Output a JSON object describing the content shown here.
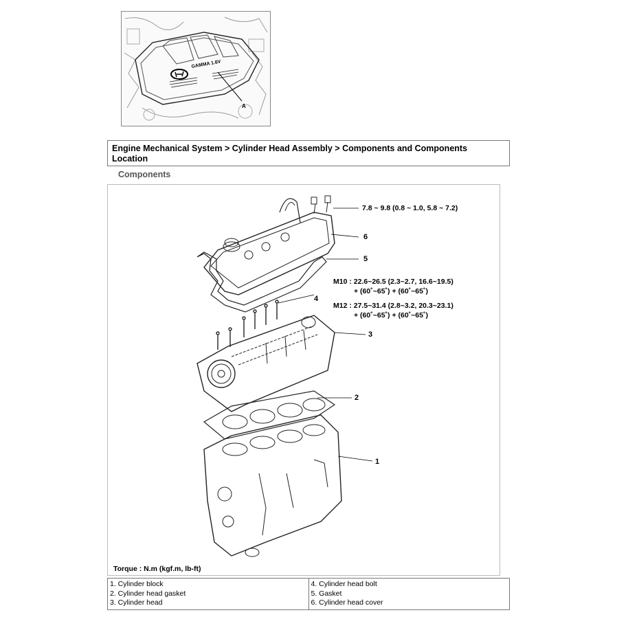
{
  "top_figure": {
    "emblem_text": "HYUNDAI",
    "badge_text": "GAMMA 1.6V",
    "callout": "A"
  },
  "breadcrumb": "Engine Mechanical System > Cylinder Head Assembly > Components and Components Location",
  "section_title": "Components",
  "diagram": {
    "callouts": {
      "c1": "1",
      "c2": "2",
      "c3": "3",
      "c4": "4",
      "c5": "5",
      "c6": "6"
    },
    "torque_cover": "7.8 ~ 9.8 (0.8 ~ 1.0, 5.8 ~ 7.2)",
    "torque_m10_line1": "M10 : 22.6~26.5 (2.3~2.7, 16.6~19.5)",
    "torque_m10_line2": "+ (60˚~65˚) + (60˚~65˚)",
    "torque_m12_line1": "M12 : 27.5~31.4 (2.8~3.2, 20.3~23.1)",
    "torque_m12_line2": "+ (60˚~65˚) + (60˚~65˚)",
    "torque_caption": "Torque : N.m (kgf.m, lb-ft)"
  },
  "legend": {
    "left": [
      "1. Cylinder block",
      "2. Cylinder head gasket",
      "3. Cylinder head"
    ],
    "right": [
      "4. Cylinder head bolt",
      "5. Gasket",
      "6. Cylinder head cover"
    ]
  }
}
